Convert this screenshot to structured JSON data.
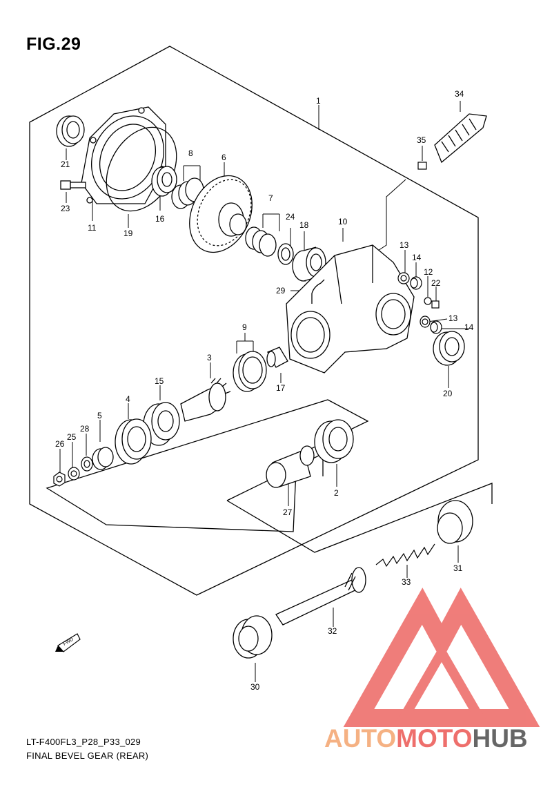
{
  "figure": {
    "title": "FIG.29",
    "code": "LT-F400FL3_P28_P33_029",
    "name": "FINAL BEVEL GEAR (REAR)"
  },
  "fwd_label": "FWD",
  "callouts": [
    "1",
    "2",
    "3",
    "4",
    "5",
    "6",
    "7",
    "8",
    "9",
    "10",
    "11",
    "12",
    "13",
    "13",
    "14",
    "14",
    "15",
    "16",
    "17",
    "18",
    "19",
    "20",
    "21",
    "22",
    "23",
    "24",
    "25",
    "26",
    "27",
    "28",
    "29",
    "30",
    "31",
    "32",
    "33",
    "34",
    "35"
  ],
  "watermark": {
    "part1": "AUTO",
    "part2": "MOTO",
    "part3": "HUB",
    "colors": {
      "auto": "#f5b183",
      "moto": "#ee6f6c",
      "hub": "#666666",
      "logo": "#ee6f6c"
    }
  },
  "colors": {
    "line": "#000000",
    "background": "#ffffff"
  }
}
